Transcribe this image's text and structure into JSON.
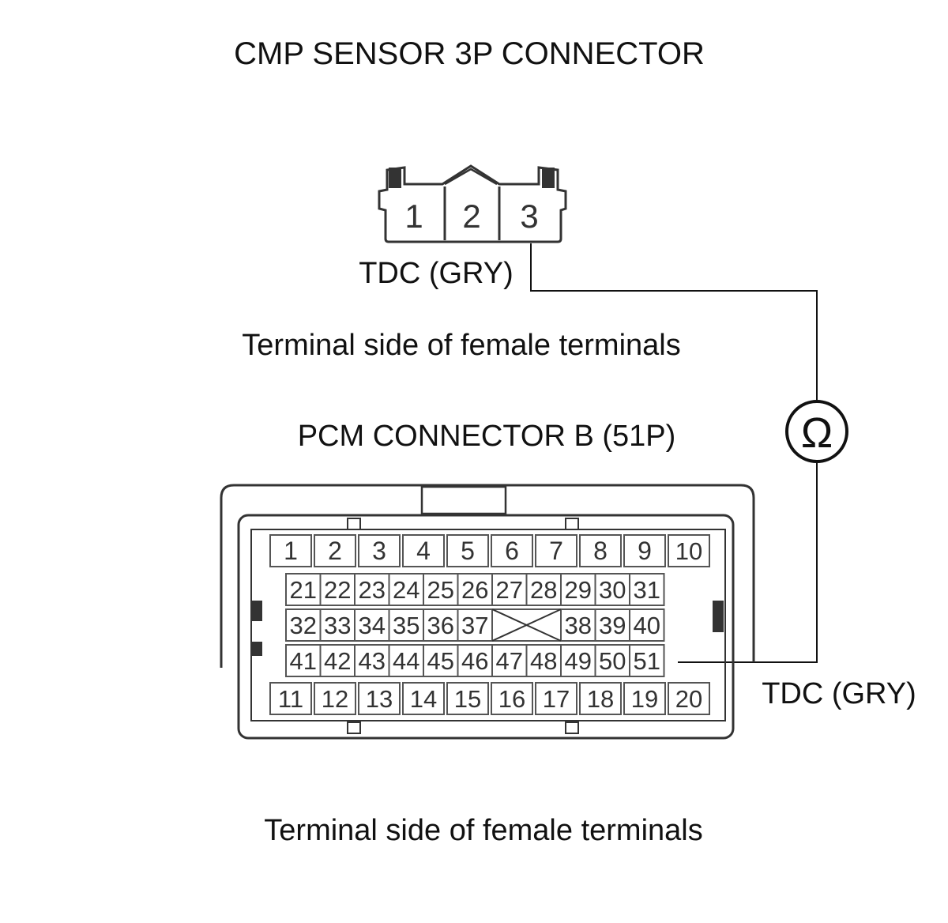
{
  "cmp_connector": {
    "title": "CMP SENSOR 3P CONNECTOR",
    "pins": [
      "1",
      "2",
      "3"
    ],
    "wire_label": "TDC (GRY)",
    "view_note": "Terminal side of female terminals"
  },
  "pcm_connector": {
    "title": "PCM CONNECTOR B (51P)",
    "row1": [
      "1",
      "2",
      "3",
      "4",
      "5",
      "6",
      "7",
      "8",
      "9",
      "10"
    ],
    "row2": [
      "21",
      "22",
      "23",
      "24",
      "25",
      "26",
      "27",
      "28",
      "29",
      "30",
      "31"
    ],
    "row3_left": [
      "32",
      "33",
      "34",
      "35",
      "36",
      "37"
    ],
    "row3_right": [
      "38",
      "39",
      "40"
    ],
    "row4": [
      "41",
      "42",
      "43",
      "44",
      "45",
      "46",
      "47",
      "48",
      "49",
      "50",
      "51"
    ],
    "row5": [
      "11",
      "12",
      "13",
      "14",
      "15",
      "16",
      "17",
      "18",
      "19",
      "20"
    ],
    "wire_label": "TDC (GRY)",
    "view_note": "Terminal side of female terminals"
  },
  "meter": {
    "symbol": "Ω",
    "icon": "ohmmeter-icon"
  }
}
